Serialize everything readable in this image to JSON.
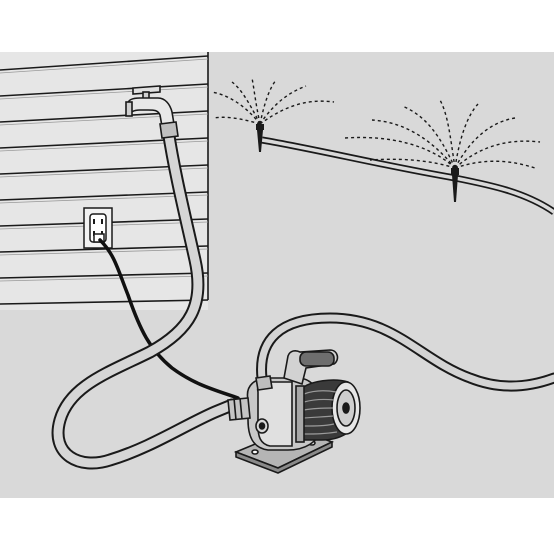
{
  "diagram": {
    "colors": {
      "background_panel": "#d9d9d9",
      "page": "#ffffff",
      "siding": "#e6e6e6",
      "outline": "#1a1a1a",
      "hose_fill": "#cfcfcf",
      "power_cord": "#111111",
      "pump_body": "#bdbdbd",
      "motor_fins": "#2a2a2a"
    },
    "parts": [
      {
        "id": "house-siding",
        "icon": "wall-siding-icon"
      },
      {
        "id": "outdoor-faucet",
        "icon": "faucet-icon"
      },
      {
        "id": "wall-outlet",
        "icon": "electrical-outlet-icon"
      },
      {
        "id": "inlet-hose",
        "icon": "garden-hose-icon"
      },
      {
        "id": "power-cord",
        "icon": "power-cord-icon"
      },
      {
        "id": "transfer-pump",
        "icon": "water-pump-icon"
      },
      {
        "id": "outlet-hose",
        "icon": "garden-hose-icon"
      },
      {
        "id": "sprinkler-left",
        "icon": "sprinkler-icon"
      },
      {
        "id": "sprinkler-right",
        "icon": "sprinkler-icon"
      }
    ]
  }
}
